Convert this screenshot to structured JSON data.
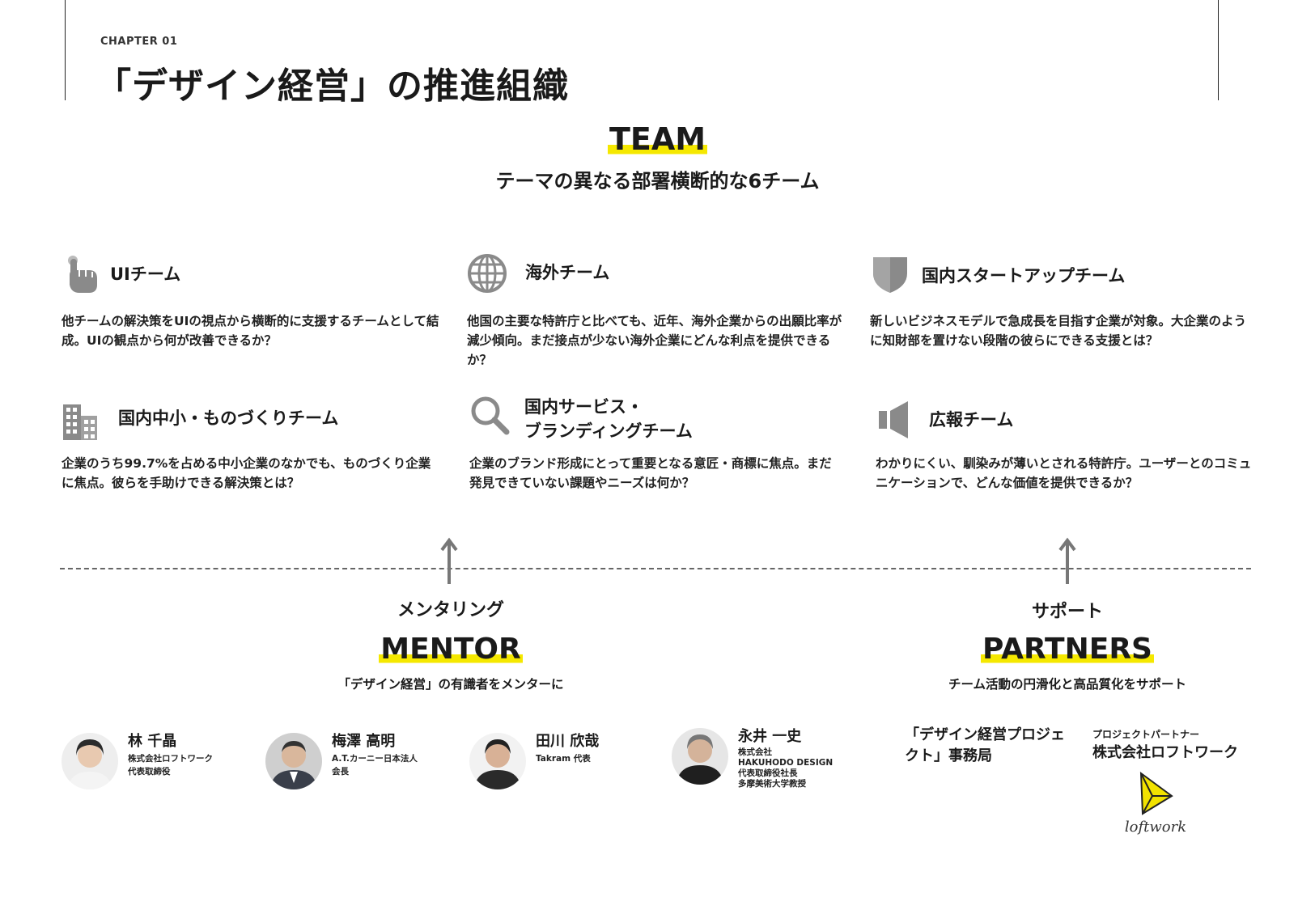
{
  "header": {
    "chapter": "CHAPTER 01",
    "title": "「デザイン経営」の推進組織"
  },
  "team": {
    "title": "TEAM",
    "subtitle": "テーマの異なる部署横断的な6チーム",
    "teams": [
      {
        "name": "UIチーム",
        "icon": "pointing-hand-icon",
        "desc": "他チームの解決策をUIの視点から横断的に支援するチームとして結成。UIの観点から何が改善できるか？"
      },
      {
        "name": "海外チーム",
        "icon": "globe-icon",
        "desc": "他国の主要な特許庁と比べても、近年、海外企業からの出願比率が減少傾向。まだ接点が少ない海外企業にどんな利点を提供できるか？"
      },
      {
        "name": "国内スタートアップチーム",
        "icon": "shield-icon",
        "desc": "新しいビジネスモデルで急成長を目指す企業が対象。大企業のように知財部を置けない段階の彼らにできる支援とは？"
      },
      {
        "name": "国内中小・ものづくりチーム",
        "icon": "building-icon",
        "desc": "企業のうち99.7%を占める中小企業のなかでも、ものづくり企業に焦点。彼らを手助けできる解決策とは？"
      },
      {
        "name_line1": "国内サービス・",
        "name_line2": "ブランディングチーム",
        "icon": "magnifier-icon",
        "desc": "企業のブランド形成にとって重要となる意匠・商標に焦点。まだ発見できていない課題やニーズは何か？"
      },
      {
        "name": "広報チーム",
        "icon": "megaphone-icon",
        "desc": "わかりにくい、馴染みが薄いとされる特許庁。ユーザーとのコミュニケーションで、どんな価値を提供できるか？"
      }
    ]
  },
  "mentor": {
    "label": "メンタリング",
    "title": "MENTOR",
    "subtitle": "「デザイン経営」の有識者をメンターに",
    "people": [
      {
        "name": "林 千晶",
        "org": [
          "株式会社ロフトワーク",
          "代表取締役"
        ]
      },
      {
        "name": "梅澤 高明",
        "org": [
          "A.T.カーニー日本法人",
          "会長"
        ]
      },
      {
        "name": "田川 欣哉",
        "org": [
          "Takram 代表"
        ]
      },
      {
        "name": "永井 一史",
        "org": [
          "株式会社",
          "HAKUHODO DESIGN",
          "代表取締役社長",
          "多摩美術大学教授"
        ]
      }
    ]
  },
  "partners": {
    "label": "サポート",
    "title": "PARTNERS",
    "subtitle": "チーム活動の円滑化と高品質化をサポート",
    "office_line1": "「デザイン経営プロジェ",
    "office_line2": "クト」事務局",
    "partner_label": "プロジェクトパートナー",
    "partner_name": "株式会社ロフトワーク",
    "logo_text": "loftwork"
  },
  "colors": {
    "highlight": "#f5e800",
    "icon_gray": "#8a8a8a",
    "logo_yellow": "#f2e200"
  }
}
